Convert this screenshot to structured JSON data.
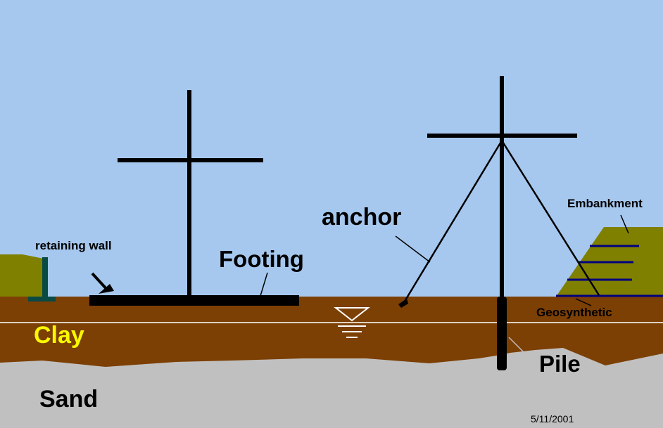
{
  "labels": {
    "retaining_wall": "retaining wall",
    "footing": "Footing",
    "anchor": "anchor",
    "embankment": "Embankment",
    "geosynthetic": "Geosynthetic",
    "clay": "Clay",
    "sand": "Sand",
    "pile": "Pile",
    "date": "5/11/2001"
  },
  "colors": {
    "sky": "#a6c8ee",
    "clay": "#7c3f04",
    "sand": "#c0c0c0",
    "embankment": "#808000",
    "retaining_wall": "#0a4a44",
    "geosynthetic": "#000080",
    "clay_label": "#f8f800",
    "water_line": "#ffffff",
    "structure": "#000000"
  }
}
